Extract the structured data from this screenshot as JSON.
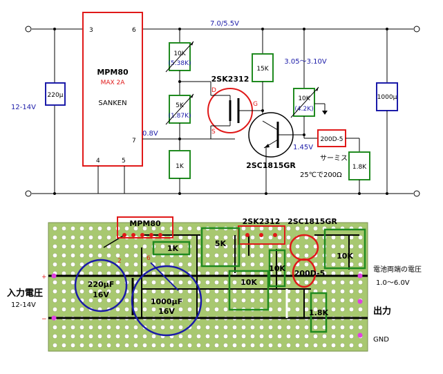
{
  "colors": {
    "wire": "#000000",
    "ic_border": "#e01818",
    "resistor_border": "#1f8a1f",
    "cap_border": "#1a1aa8",
    "label_blue": "#1a1aa8",
    "board": "#a8c870",
    "hole": "#ffffff"
  },
  "schematic": {
    "ic_name": "MPM80",
    "ic_rating": "MAX 2A",
    "ic_maker": "SANKEN",
    "pins": {
      "p3": "3",
      "p6": "6",
      "p7": "7",
      "p4": "4",
      "p5": "5"
    },
    "input_voltage": "12-14V",
    "cap_in": "220μ",
    "cap_out": "1000μ",
    "rail_voltage": "7.0/5.5V",
    "r_top": "10K",
    "r_top_set": "(5.38K)",
    "r_mid": "5K",
    "r_mid_set": "(1.87K)",
    "r_bottom": "1K",
    "v_ref": "0.8V",
    "fet": "2SK2312",
    "fet_d": "D",
    "fet_g": "G",
    "fet_s": "S",
    "r_15k": "15K",
    "trans": "2SC1815GR",
    "v_range": "3.05～3.10V",
    "r_10k2": "10K",
    "r_10k2_set": "(4.2K)",
    "v_base": "1.45V",
    "thermistor": "200D-5",
    "thermistor_label": "サーミスタ",
    "thermistor_note": "25℃で200Ω",
    "r_18k": "1.8K"
  },
  "board": {
    "ic_label": "MPM80",
    "fet_label": "2SK2312",
    "trans_label": "2SC1815GR",
    "pin2": "2",
    "pin6": "6",
    "r1k": "1K",
    "r5k": "5K",
    "r10k_a": "10K",
    "r10k_b": "10K",
    "r10k_c": "10K",
    "therm": "200D-5",
    "r18k": "1.8K",
    "cap220": "220μF",
    "cap220_v": "16V",
    "cap1000": "1000μF",
    "cap1000_v": "16V",
    "plus": "+",
    "minus": "−",
    "input_label": "入力電圧",
    "input_voltage": "12-14V",
    "battery_label": "電池両端の電圧",
    "battery_range": "1.0～6.0V",
    "output_label": "出力",
    "gnd_label": "GND"
  }
}
